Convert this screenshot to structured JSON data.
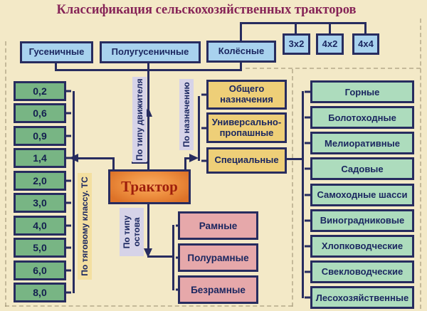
{
  "title": "Классификация сельскохозяйственных тракторов",
  "top_row": {
    "tracked": "Гусеничные",
    "half_tracked": "Полугусеничные",
    "wheeled": "Колёсные",
    "wheel_formulas": [
      "3х2",
      "4х2",
      "4х4"
    ]
  },
  "tractor": "Трактор",
  "branch_labels": {
    "by_drive_type": "По типу движителя",
    "by_purpose": "По назначению",
    "by_traction_class": "По тяговому классу. ТС",
    "by_frame_type_line1": "По типу",
    "by_frame_type_line2": "остова"
  },
  "traction_classes": [
    "0,2",
    "0,6",
    "0,9",
    "1,4",
    "2,0",
    "3,0",
    "4,0",
    "5,0",
    "6,0",
    "8,0"
  ],
  "purpose_types": [
    "Общего назначения",
    "Универсально-пропашные",
    "Специальные"
  ],
  "special_types": [
    "Горные",
    "Болотоходные",
    "Мелиоративные",
    "Садовые",
    "Самоходные шасси",
    "Виноградниковые",
    "Хлопководческие",
    "Свекловодческие",
    "Лесохозяйственные"
  ],
  "frame_types": [
    "Рамные",
    "Полурамные",
    "Безрамные"
  ],
  "colors": {
    "background": "#f3e9c7",
    "line": "#272c5f",
    "title_text": "#862457",
    "blue_box": "#a8d2ee",
    "green_dark_box": "#78b584",
    "green_light_box": "#addcbd",
    "yellow_box": "#eecf78",
    "pink_box": "#e6a8aa",
    "orange_box": "#ee9040",
    "tractor_text": "#9e1e0c",
    "lavender_label": "#d6d3e8",
    "tan_label": "#f3dfa0"
  }
}
